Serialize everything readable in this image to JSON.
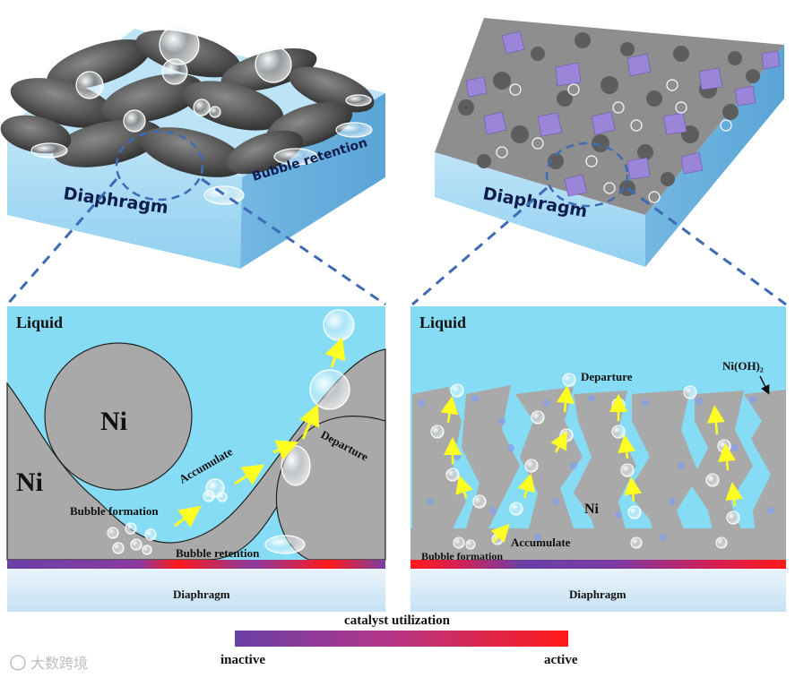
{
  "top_left_block": {
    "diaphragm_label": "Diaphragm",
    "bubble_retention_label": "Bubble retention"
  },
  "top_right_block": {
    "diaphragm_label": "Diaphragm"
  },
  "left_panel": {
    "liquid_label": "Liquid",
    "ni_label_big": "Ni",
    "ni_label_circle": "Ni",
    "accumulate_label": "Accumulate",
    "departure_label": "Departure",
    "bubble_formation_label": "Bubble formation",
    "bubble_retention_label": "Bubble retention",
    "diaphragm_label": "Diaphragm"
  },
  "right_panel": {
    "liquid_label": "Liquid",
    "departure_label": "Departure",
    "nioh2_label": "Ni(OH)₂",
    "ni_label": "Ni",
    "accumulate_label": "Accumulate",
    "bubble_formation_label": "Bubble formation",
    "diaphragm_label": "Diaphragm"
  },
  "legend": {
    "title": "catalyst utilization",
    "low_label": "inactive",
    "high_label": "active",
    "colors": {
      "low": "#6a3fa6",
      "high": "#ff1a1a"
    }
  },
  "watermark": {
    "text": "大数跨境"
  },
  "colors": {
    "liquid": "#86dcf4",
    "ni_gray": "#a9a9a9",
    "diaphragm": "#cfe6f6",
    "arrow": "#ffff22",
    "dash": "#3d6bb5"
  }
}
